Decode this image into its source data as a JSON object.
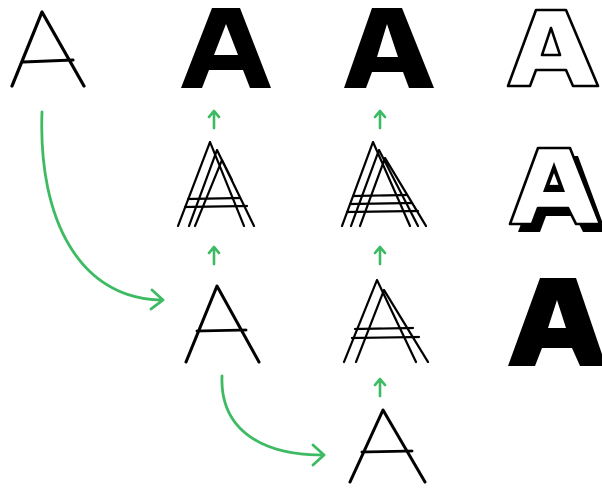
{
  "diagram": {
    "letter": "A",
    "colors": {
      "ink": "#000000",
      "arrow": "#3dbb63",
      "background": "#ffffff"
    },
    "steps": [
      "single-stroke",
      "double-stroke",
      "triple-stroke",
      "filled-bold",
      "outline",
      "3d-outline",
      "solid-heavy"
    ]
  }
}
